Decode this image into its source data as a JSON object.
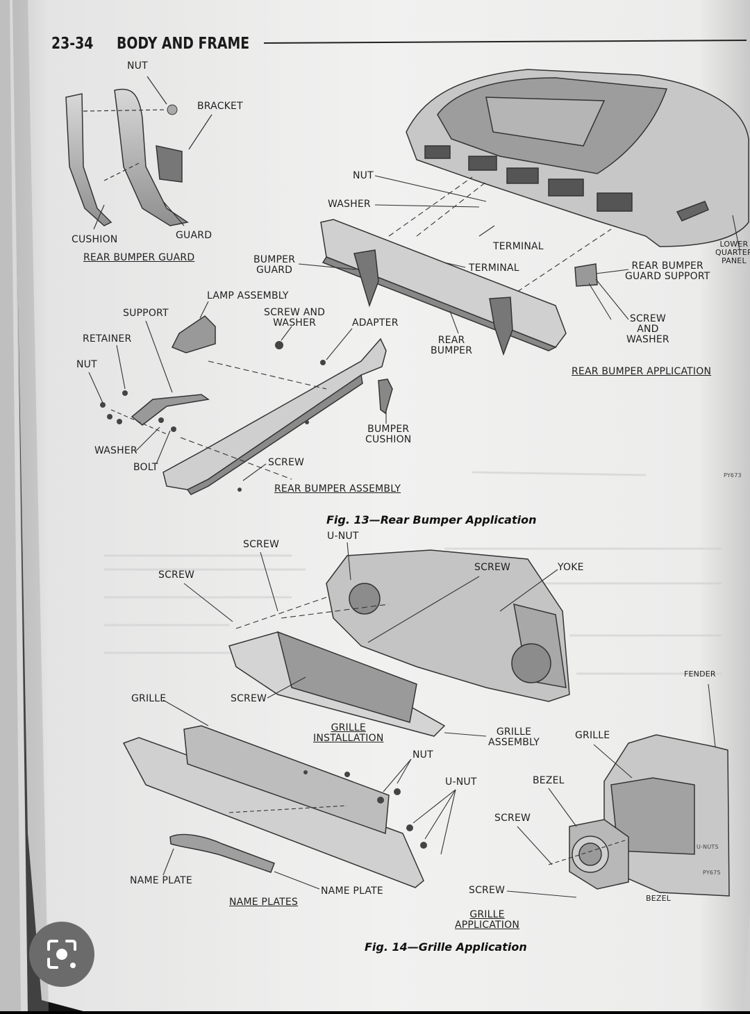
{
  "header": {
    "page_number": "23-34",
    "section_title": "BODY AND FRAME"
  },
  "rear_bumper_guard": {
    "caption": "REAR BUMPER GUARD",
    "labels": {
      "nut": "NUT",
      "bracket": "BRACKET",
      "cushion": "CUSHION",
      "guard": "GUARD"
    }
  },
  "rear_bumper_application": {
    "caption": "REAR BUMPER APPLICATION",
    "labels": {
      "nut": "NUT",
      "washer": "WASHER",
      "bumper_guard": "BUMPER\nGUARD",
      "terminal_1": "TERMINAL",
      "terminal_2": "TERMINAL",
      "rear_bumper": "REAR\nBUMPER",
      "rear_bumper_guard_support": "REAR BUMPER\nGUARD SUPPORT",
      "screw_and_washer": "SCREW\nAND\nWASHER",
      "lower_quarter_panel": "LOWER\nQUARTER\nPANEL",
      "code": "PY673"
    }
  },
  "rear_bumper_assembly": {
    "caption": "REAR BUMPER ASSEMBLY",
    "labels": {
      "lamp_assembly": "LAMP ASSEMBLY",
      "support": "SUPPORT",
      "screw_and_washer": "SCREW AND\nWASHER",
      "adapter": "ADAPTER",
      "retainer": "RETAINER",
      "nut": "NUT",
      "washer": "WASHER",
      "bolt": "BOLT",
      "screw": "SCREW",
      "bumper_cushion": "BUMPER\nCUSHION"
    }
  },
  "figure_13": {
    "caption": "Fig. 13—Rear Bumper Application"
  },
  "grille_installation": {
    "caption": "GRILLE\nINSTALLATION",
    "labels": {
      "u_nut": "U-NUT",
      "screw_top": "SCREW",
      "screw_left": "SCREW",
      "screw_right": "SCREW",
      "yoke": "YOKE",
      "grille": "GRILLE",
      "screw_mid": "SCREW",
      "grille_assembly": "GRILLE\nASSEMBLY"
    }
  },
  "name_plates": {
    "caption": "NAME PLATES",
    "labels": {
      "nut": "NUT",
      "u_nut": "U-NUT",
      "name_plate_left": "NAME PLATE",
      "name_plate_right": "NAME PLATE"
    }
  },
  "grille_application": {
    "caption": "GRILLE\nAPPLICATION",
    "labels": {
      "fender": "FENDER",
      "grille": "GRILLE",
      "bezel_top": "BEZEL",
      "screw_top": "SCREW",
      "screw_bottom": "SCREW",
      "bezel_bottom": "BEZEL",
      "u_nuts": "U-NUTS",
      "code": "PY675"
    }
  },
  "figure_14": {
    "caption": "Fig. 14—Grille Application"
  },
  "overlay": {
    "lens_icon": "visual-search-icon"
  }
}
